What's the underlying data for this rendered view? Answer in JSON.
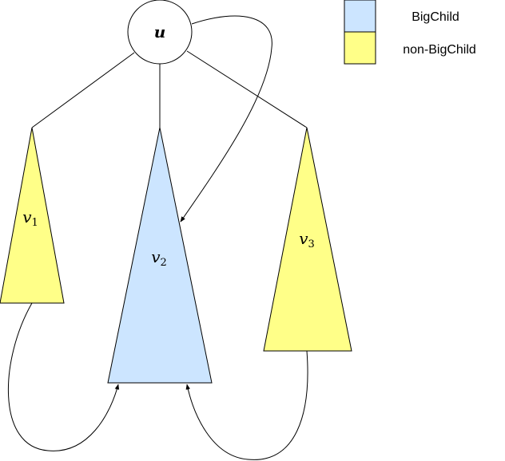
{
  "root": {
    "label": "u"
  },
  "subtrees": [
    {
      "id": "v1",
      "base": "v",
      "sub": "1",
      "kind": "non_bigchild"
    },
    {
      "id": "v2",
      "base": "v",
      "sub": "2",
      "kind": "bigchild"
    },
    {
      "id": "v3",
      "base": "v",
      "sub": "3",
      "kind": "non_bigchild"
    }
  ],
  "legend": [
    {
      "label": "BigChild",
      "kind": "bigchild"
    },
    {
      "label": "non-BigChild",
      "kind": "non_bigchild"
    }
  ],
  "colors": {
    "bigchild": "#cce5ff",
    "non_bigchild": "#ffff88",
    "stroke": "#000000"
  }
}
